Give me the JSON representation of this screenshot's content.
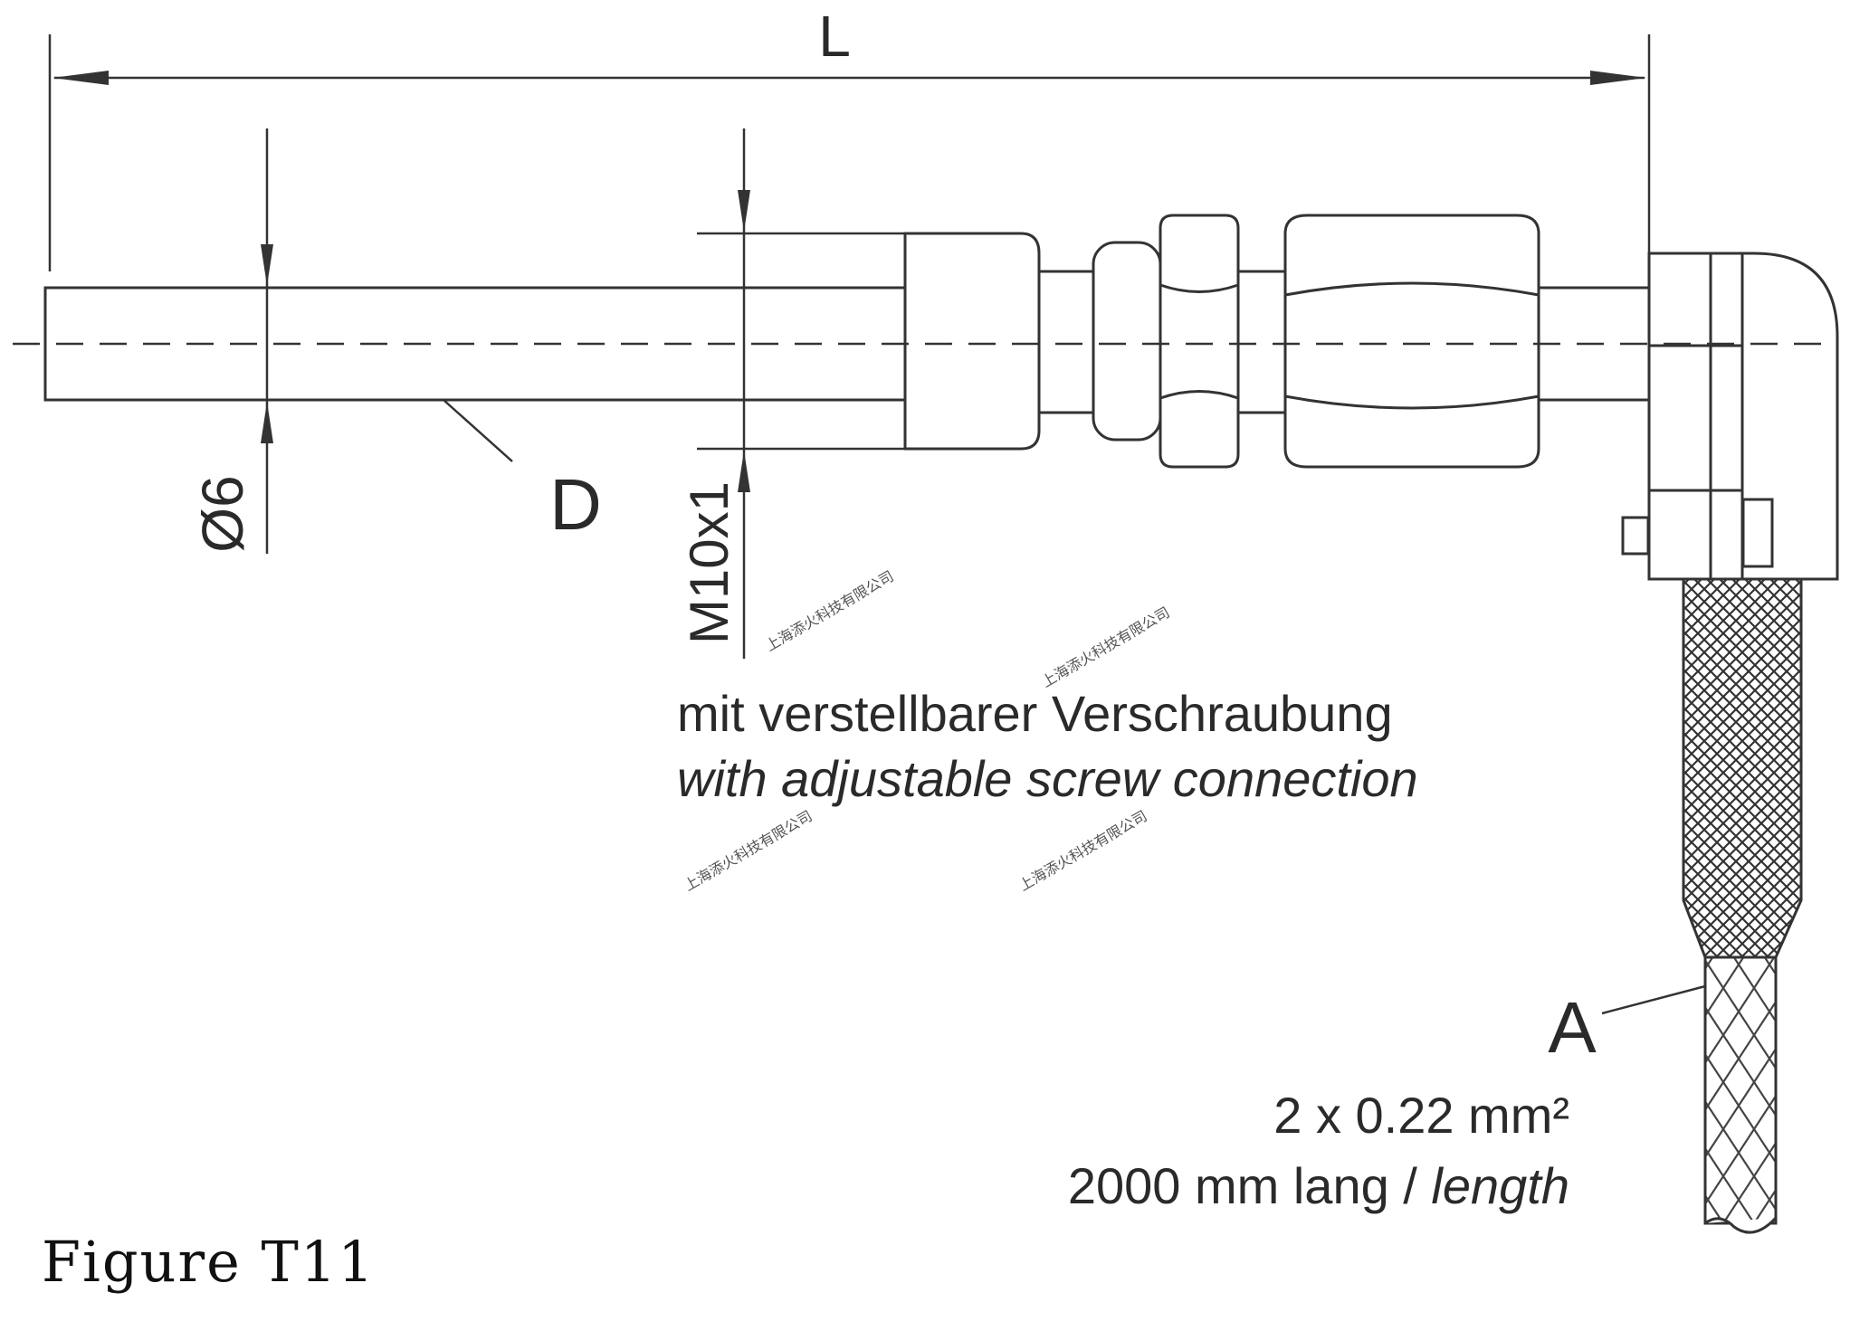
{
  "drawing": {
    "labels": {
      "overall_length": "L",
      "diameter": "Ø6",
      "probe": "D",
      "thread": "M10x1",
      "cable": "A"
    },
    "note": {
      "german": "mit verstellbarer Verschraubung",
      "english": "with adjustable screw connection"
    },
    "cable_spec": {
      "section": "2 x 0.22 mm²",
      "length_prefix": "2000 mm lang / ",
      "length_suffix": "length"
    },
    "watermark": "上海添火科技有限公司"
  },
  "caption": "Figure T11"
}
